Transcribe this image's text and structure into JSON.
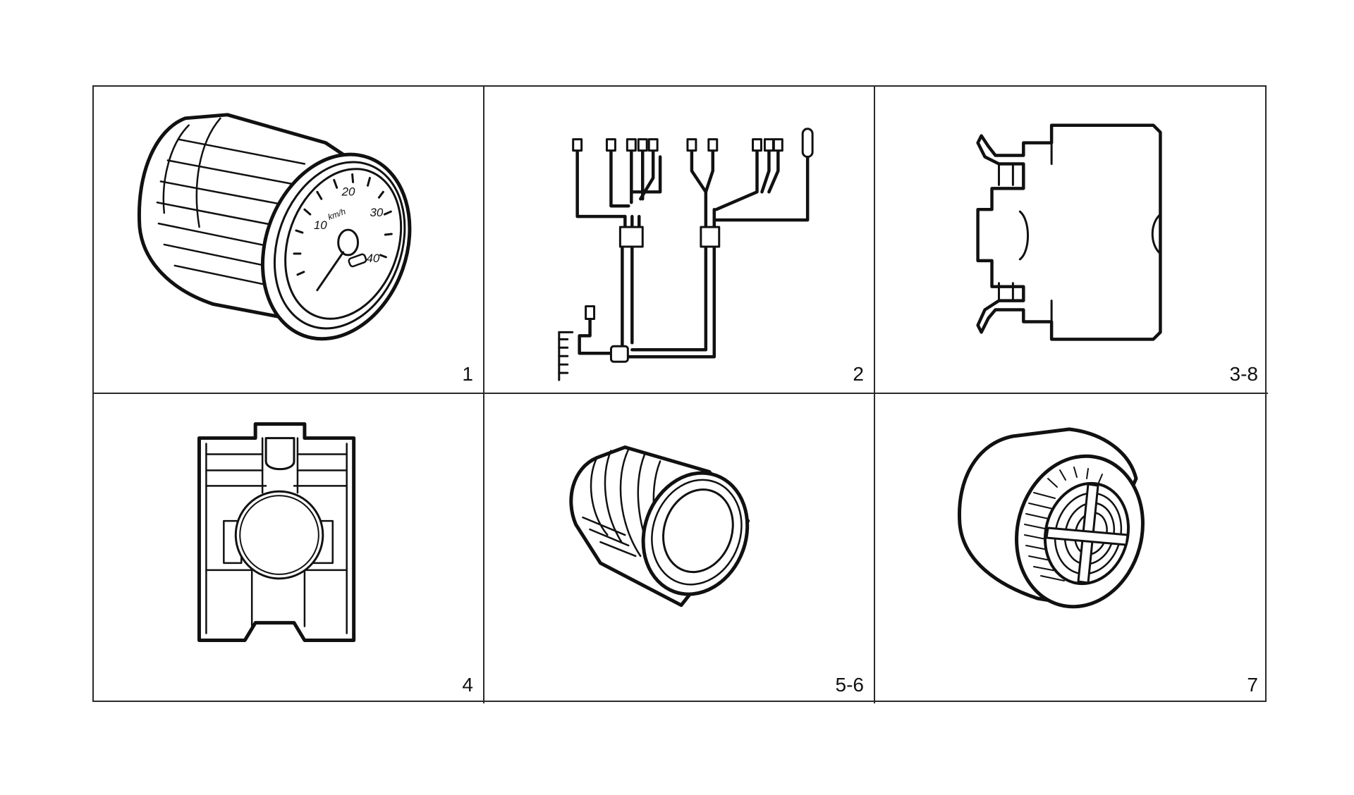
{
  "components": [
    {
      "label": "1",
      "icon": "gauge-icon"
    },
    {
      "label": "2",
      "icon": "wiring-harness-icon"
    },
    {
      "label": "3-8",
      "icon": "contact-block-icon"
    },
    {
      "label": "4",
      "icon": "mounting-adapter-icon"
    },
    {
      "label": "5-6",
      "icon": "pilot-light-icon"
    },
    {
      "label": "7",
      "icon": "buzzer-icon"
    }
  ],
  "gauge_dial": {
    "ticks": [
      "10",
      "20",
      "30",
      "40"
    ],
    "unit_text": "km/h"
  }
}
